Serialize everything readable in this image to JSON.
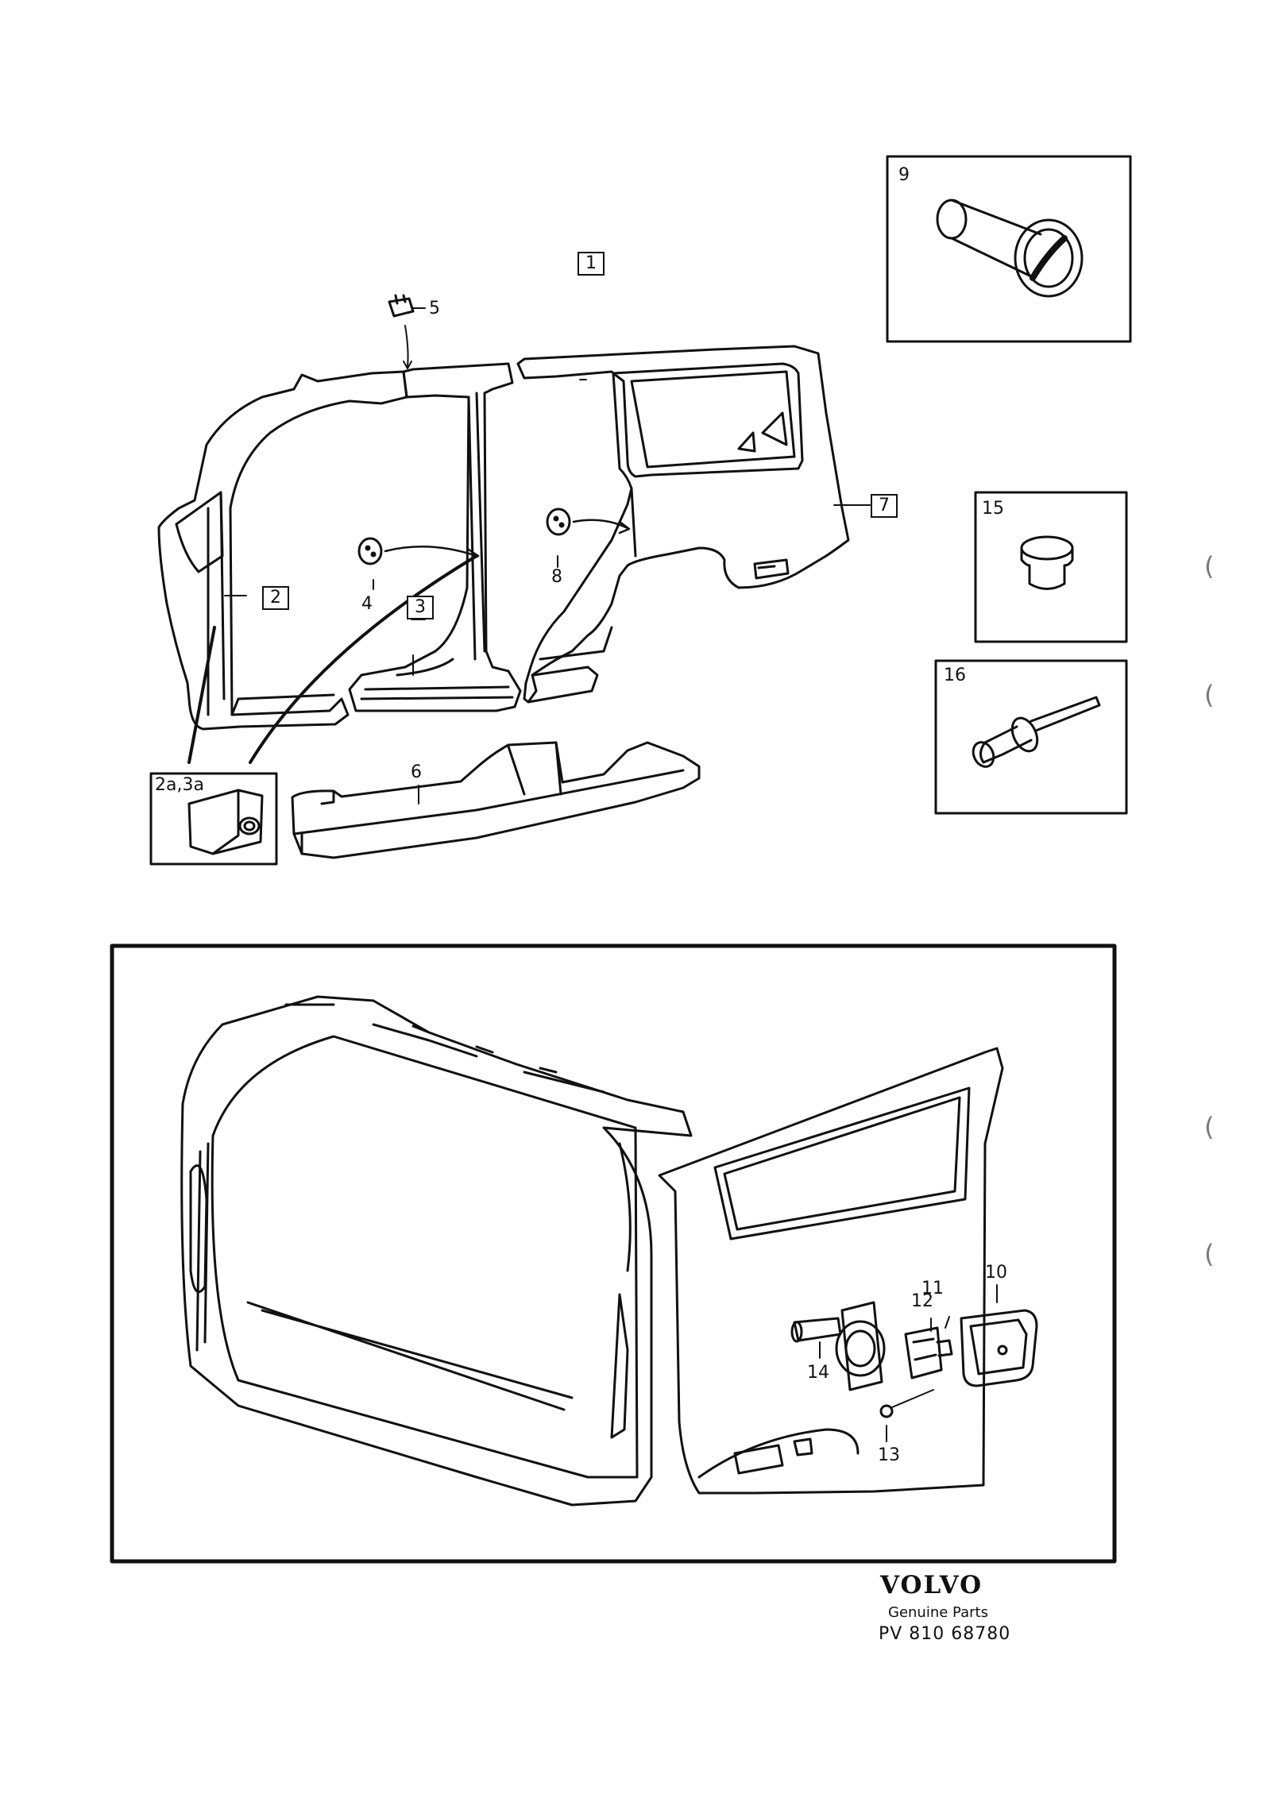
{
  "callouts": {
    "c1": "1",
    "c2": "2",
    "c2a3a": "2a,3a",
    "c3": "3",
    "c4": "4",
    "c5": "5",
    "c6": "6",
    "c7": "7",
    "c8": "8",
    "c9": "9",
    "c10": "10",
    "c11": "11",
    "c12": "12",
    "c13": "13",
    "c14": "14",
    "c15": "15",
    "c16": "16"
  },
  "brand": {
    "name": "VOLVO",
    "tagline": "Genuine Parts",
    "code": "PV 810 68780"
  },
  "margin_marks": [
    "(",
    "(",
    "(",
    "("
  ],
  "colors": {
    "ink": "#111111",
    "paper": "#ffffff"
  }
}
